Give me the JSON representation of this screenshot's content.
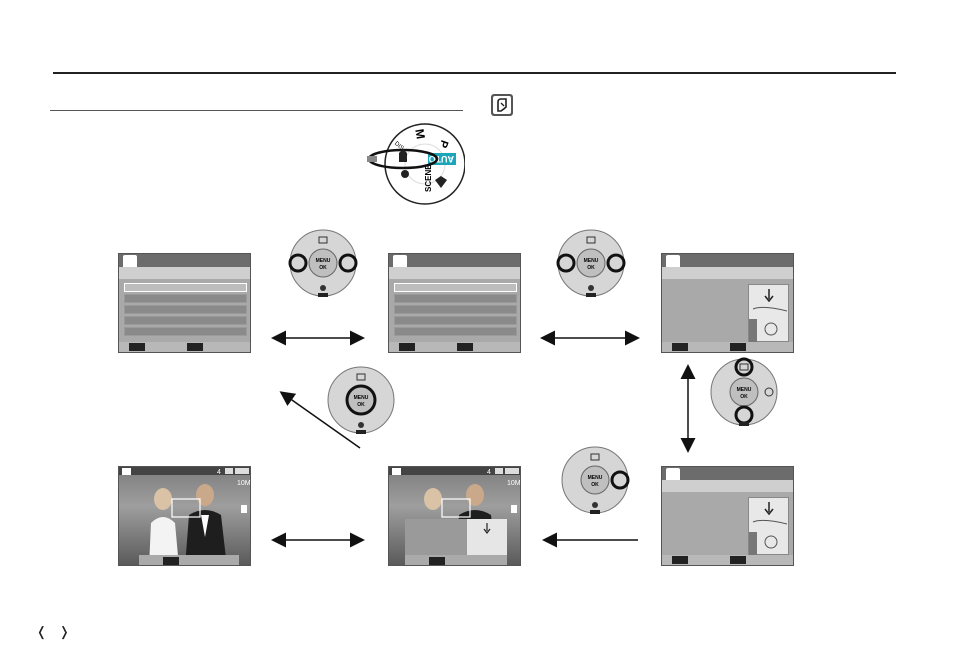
{
  "page": {
    "nav_prev": "❬",
    "nav_next": "❭"
  },
  "dial": {
    "labels": [
      "M",
      "P",
      "AUTO",
      "SCENE",
      "DIS"
    ]
  },
  "dpad": {
    "center_line1": "MENU",
    "center_line2": "OK"
  },
  "photo_screen": {
    "count": "4",
    "size": "10M"
  },
  "colors": {
    "lcd_bg": "#a9a9a9",
    "lcd_bar": "#6c6c6c",
    "auto_badge": "#1aa6b8",
    "outline": "#111111"
  }
}
